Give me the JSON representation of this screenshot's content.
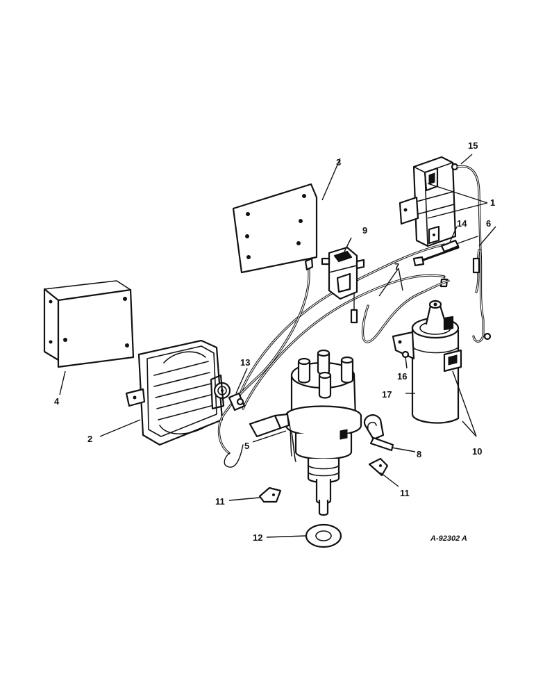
{
  "callouts": {
    "c1": "1",
    "c2": "2",
    "c3": "3",
    "c4": "4",
    "c5": "5",
    "c6": "6",
    "c7": "7",
    "c8": "8",
    "c9": "9",
    "c10": "10",
    "c11a": "11",
    "c11b": "11",
    "c12": "12",
    "c13": "13",
    "c14": "14",
    "c15": "15",
    "c16": "16",
    "c17": "17"
  },
  "reference_number": "A-92302 A"
}
